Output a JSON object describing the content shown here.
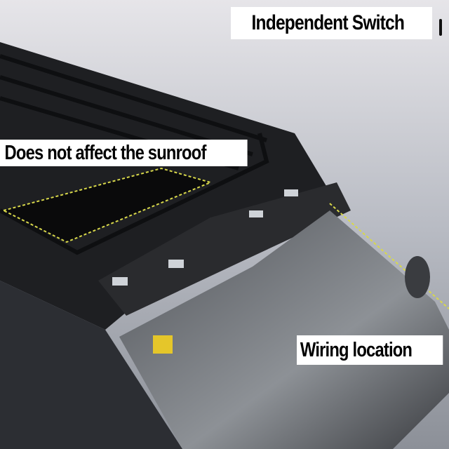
{
  "labels": {
    "independent_switch": "Independent Switch",
    "sunroof": "Does not affect the sunroof",
    "wiring": "Wiring location"
  },
  "colors": {
    "label_bg": "#ffffff",
    "label_text": "#000000",
    "wire_dash": "#d8d84a",
    "body": "#1e1f22",
    "sky": "#d9d8dc"
  }
}
